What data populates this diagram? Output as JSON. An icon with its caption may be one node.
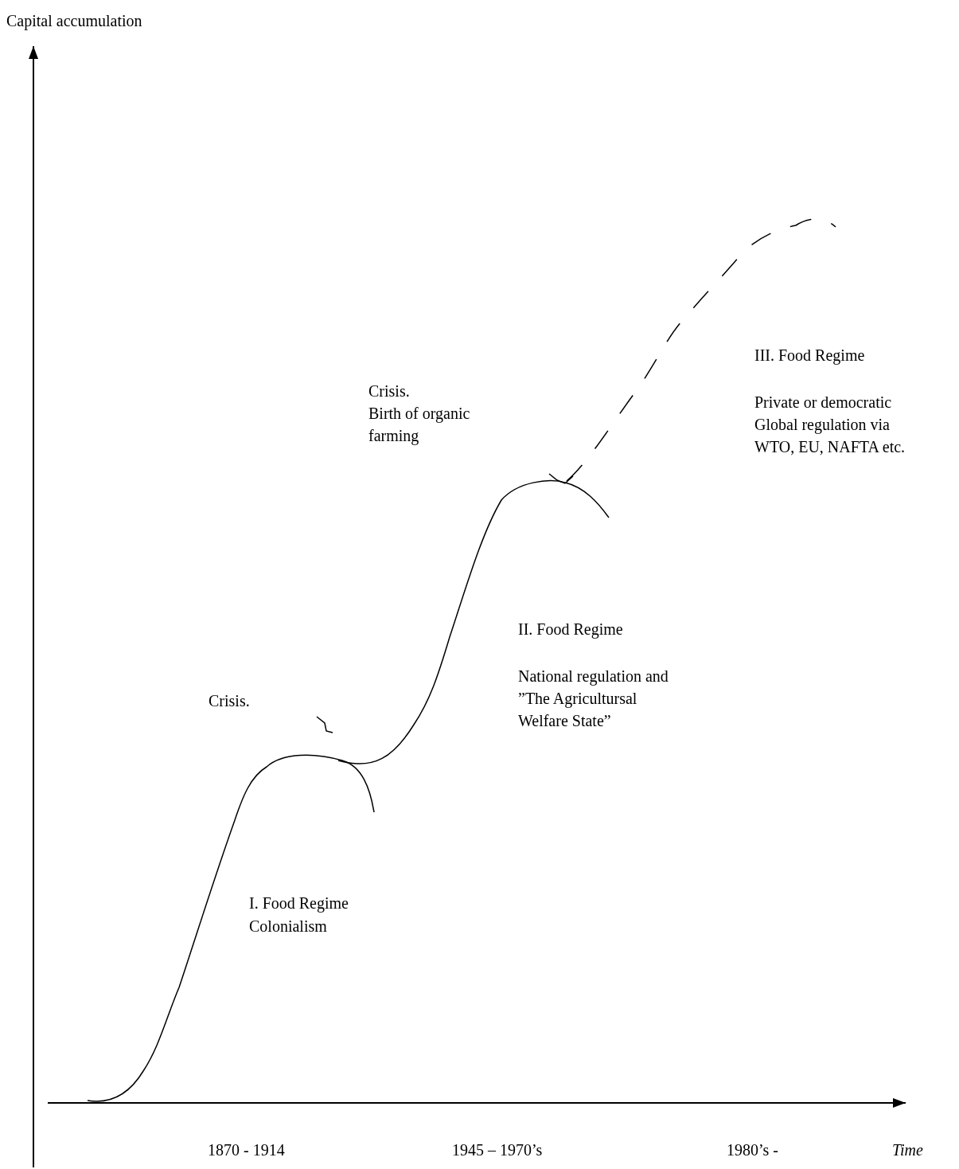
{
  "diagram": {
    "labels": [
      "Capital accumulation",
      "III. Food Regime",
      "Crisis.",
      "Birth of organic farming",
      "Private or democratic Global regulation via WTO, EU, NAFTA etc.",
      "II. Food Regime",
      "National regulation and ”The Agricultursal Welfare State”",
      "Crisis.",
      "I. Food Regime",
      "Colonialism",
      "1870 - 1914",
      "1945 – 1970’s",
      "1980’s -",
      "Time"
    ]
  }
}
